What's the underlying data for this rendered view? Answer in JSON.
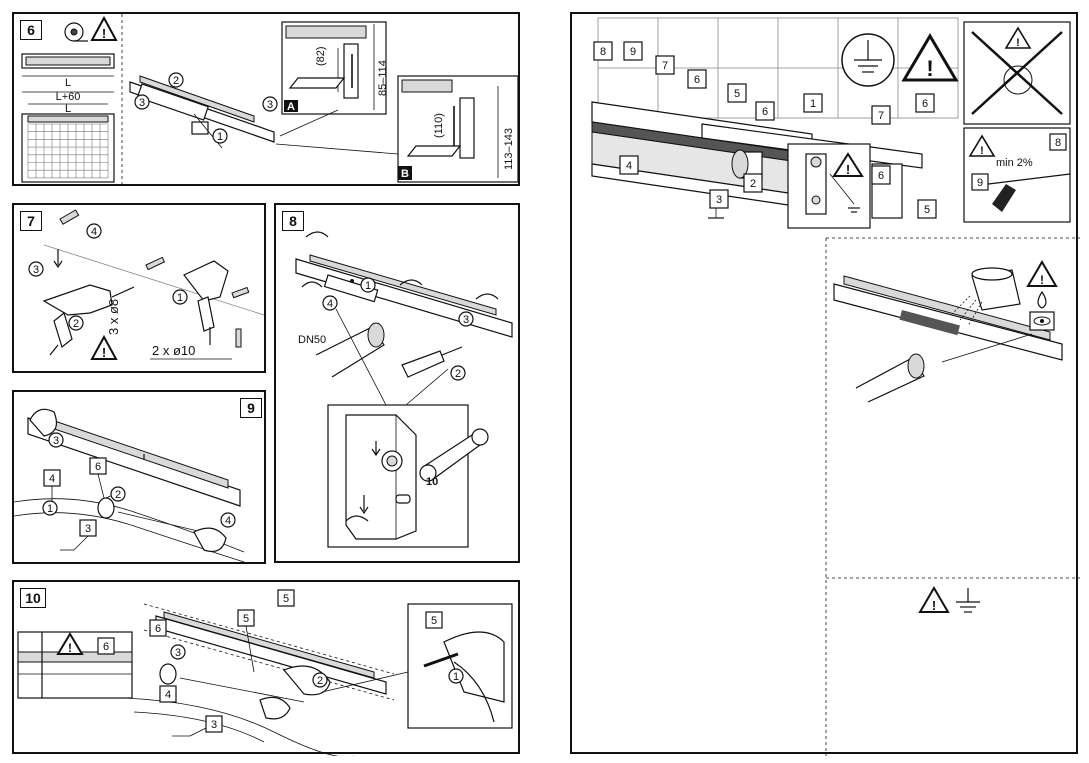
{
  "steps": {
    "s6": "6",
    "s7": "7",
    "s8": "8",
    "s9": "9",
    "s10": "10"
  },
  "panel6": {
    "dim_L_top": "L",
    "dim_L60": "L+60",
    "dim_L_bottom": "L",
    "box_A": "A",
    "box_B": "B",
    "dim_82": "(82)",
    "dim_85_114": "85–114",
    "dim_110": "(110)",
    "dim_113_143": "113–143",
    "c1": "1",
    "c2": "2",
    "c3a": "3",
    "c3b": "3"
  },
  "panel7": {
    "c1": "1",
    "c2": "2",
    "c3": "3",
    "c4": "4",
    "dim_3x8": "3 x ø8",
    "dim_2x10": "2 x ø10"
  },
  "panel8": {
    "c1": "1",
    "c2": "2",
    "c3": "3",
    "c4": "4",
    "dn50": "DN50",
    "wrench": "10"
  },
  "panel9": {
    "c1": "1",
    "c2": "2",
    "c3": "3",
    "c4": "4",
    "b4": "4",
    "b6": "6",
    "b3": "3"
  },
  "panel10": {
    "b5a": "5",
    "b5b": "5",
    "b5c": "5",
    "b6a": "6",
    "b6b": "6",
    "b4": "4",
    "b3": "3",
    "c1": "1",
    "c2": "2",
    "c3": "3"
  },
  "right": {
    "b8": "8",
    "b9": "9",
    "b7": "7",
    "b6a": "6",
    "b5a": "5",
    "b6b": "6",
    "b1": "1",
    "b4": "4",
    "b2": "2",
    "b3": "3",
    "b7b": "7",
    "b6c": "6",
    "b6d": "6",
    "b5b": "5",
    "b8b": "8",
    "b9b": "9",
    "slope": "min 2%"
  }
}
